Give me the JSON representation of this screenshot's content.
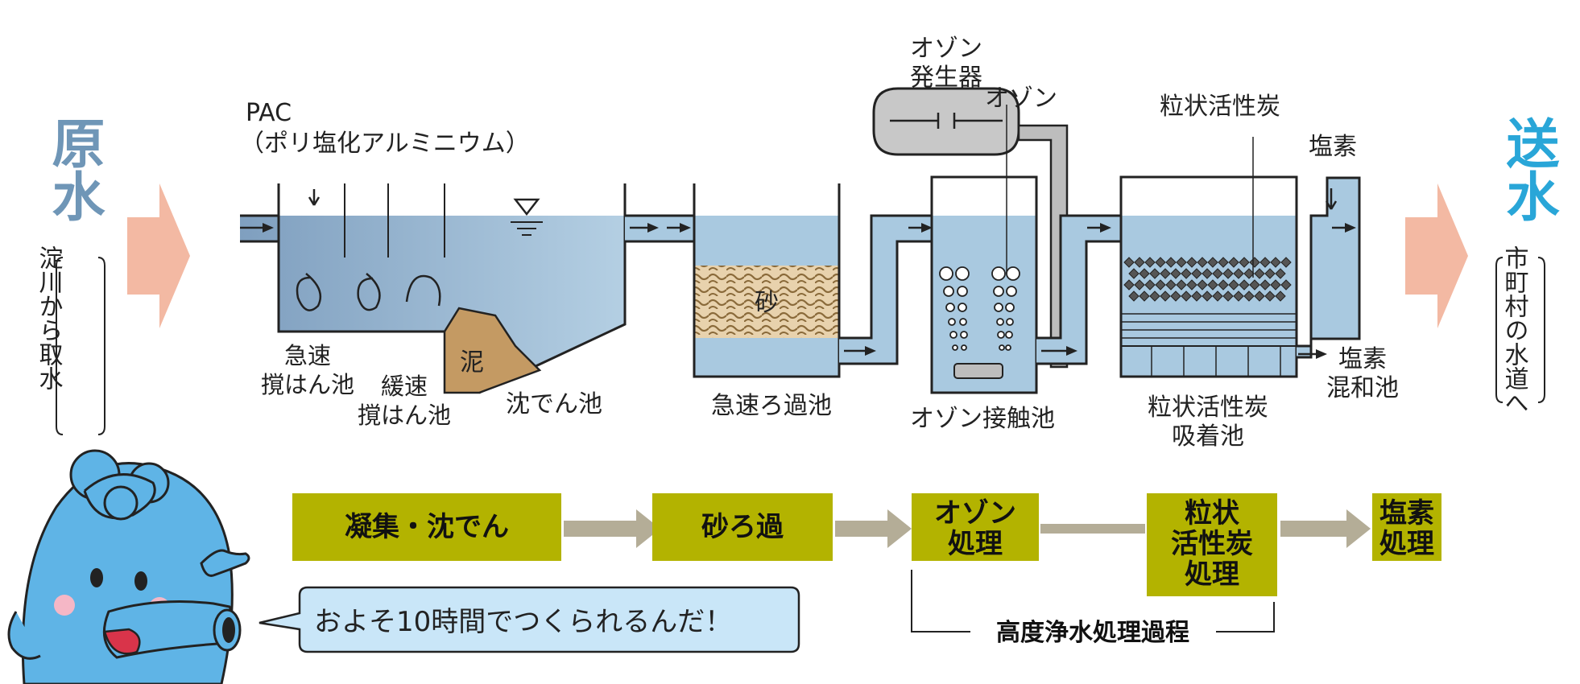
{
  "source": {
    "title": "原水",
    "note": "淀川から取水"
  },
  "destination": {
    "title": "送水",
    "note": "市町村の水道へ"
  },
  "chemicals": {
    "pac": "PAC",
    "pac_name": "（ポリ塩化アルミニウム）",
    "ozone_generator_l1": "オゾン",
    "ozone_generator_l2": "発生器",
    "ozone": "オゾン",
    "gac": "粒状活性炭",
    "chlorine": "塩素"
  },
  "tanks": {
    "rapid_mix_l1": "急速",
    "rapid_mix_l2": "撹はん池",
    "slow_mix_l1": "緩速",
    "slow_mix_l2": "撹はん池",
    "sludge": "泥",
    "sedimentation": "沈でん池",
    "sand": "砂",
    "rapid_filter": "急速ろ過池",
    "ozone_contact": "オゾン接触池",
    "gac_adsorption_l1": "粒状活性炭",
    "gac_adsorption_l2": "吸着池",
    "chlorine_mix_l1": "塩素",
    "chlorine_mix_l2": "混和池"
  },
  "steps": [
    {
      "lines": [
        "凝集・沈でん"
      ]
    },
    {
      "lines": [
        "砂ろ過"
      ]
    },
    {
      "lines": [
        "オゾン",
        "処理"
      ]
    },
    {
      "lines": [
        "粒状",
        "活性炭",
        "処理"
      ]
    },
    {
      "lines": [
        "塩素",
        "処理"
      ]
    }
  ],
  "advanced_label": "高度浄水処理過程",
  "speech": "およそ10時間でつくられるんだ！",
  "colors": {
    "water": "#a9c9e0",
    "water_dark": "#7fa6c8",
    "box": "#b3b300",
    "arrow_pink": "#f3b9a3",
    "arrow_grey": "#b4ad97",
    "bubble": "#c9e6f8",
    "mascot": "#5fb4e6"
  }
}
